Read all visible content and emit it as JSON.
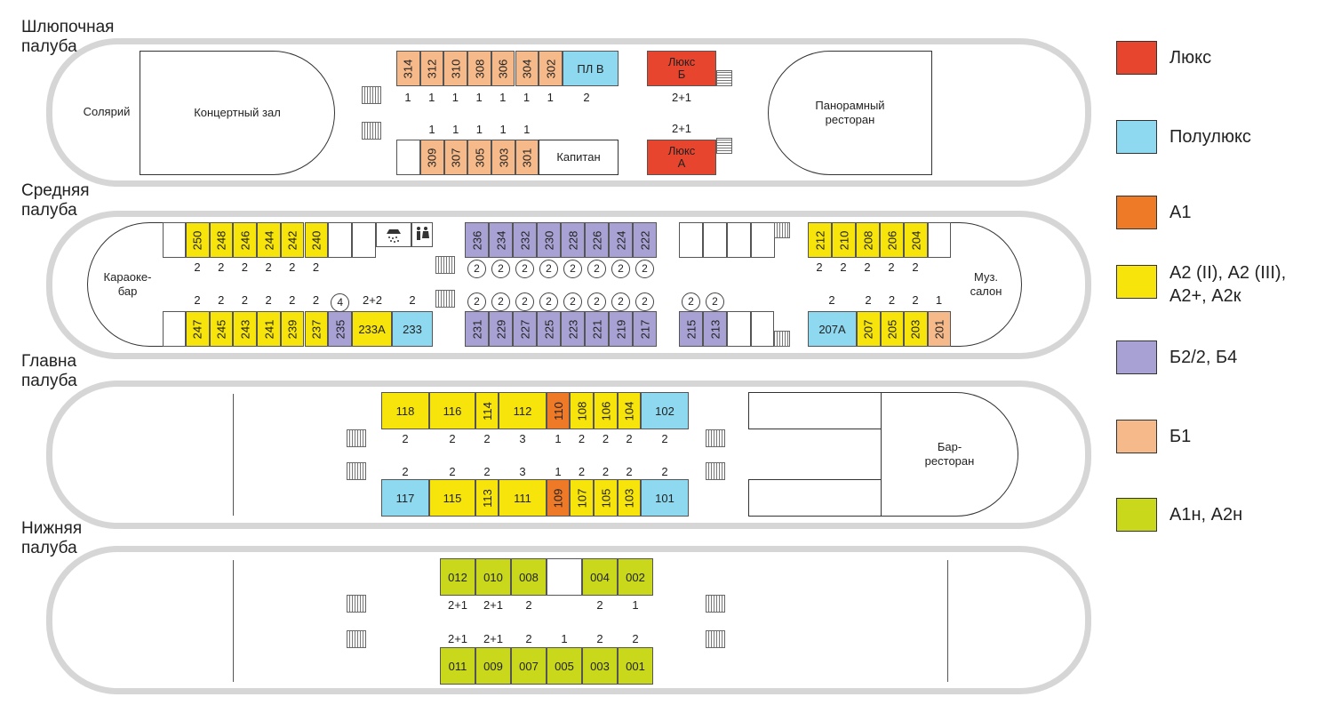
{
  "decks": {
    "boat": "Шлюпочная\nпалуба",
    "middle": "Средняя\nпалуба",
    "main": "Главна\nпалуба",
    "lower": "Нижняя\nпалуба"
  },
  "areas": {
    "solarium": "Солярий",
    "concert_hall": "Концертный зал",
    "panoramic_restaurant": "Панорамный\nресторан",
    "captain": "Капитан",
    "karaoke_bar": "Караоке-\nбар",
    "music_salon": "Муз.\nсалон",
    "bar_restaurant": "Бар-\nресторан"
  },
  "colors": {
    "lux": "#e8452f",
    "semilux": "#8ed8f0",
    "a1": "#ee7a27",
    "a2": "#f6e40a",
    "b2": "#a7a2d3",
    "b1": "#f5b98a",
    "a1n": "#c9d81a"
  },
  "legend": [
    {
      "label": "Люкс",
      "color": "#e8452f"
    },
    {
      "label": "Полулюкс",
      "color": "#8ed8f0"
    },
    {
      "label": "А1",
      "color": "#ee7a27"
    },
    {
      "label": "А2 (II), А2 (III),\nА2+, А2к",
      "color": "#f6e40a"
    },
    {
      "label": "Б2/2, Б4",
      "color": "#a7a2d3"
    },
    {
      "label": "Б1",
      "color": "#f5b98a"
    },
    {
      "label": "А1н, А2н",
      "color": "#c9d81a"
    }
  ],
  "cabins": {
    "boat_top": [
      {
        "n": "314",
        "cls": "b1",
        "cap": "1"
      },
      {
        "n": "312",
        "cls": "b1",
        "cap": "1"
      },
      {
        "n": "310",
        "cls": "b1",
        "cap": "1"
      },
      {
        "n": "308",
        "cls": "b1",
        "cap": "1"
      },
      {
        "n": "306",
        "cls": "b1",
        "cap": "1"
      },
      {
        "n": "304",
        "cls": "b1",
        "cap": "1"
      },
      {
        "n": "302",
        "cls": "b1",
        "cap": "1"
      }
    ],
    "boat_plv": {
      "n": "ПЛ В",
      "cap": "2"
    },
    "boat_bottom": [
      {
        "n": "309",
        "cls": "b1",
        "cap": "1"
      },
      {
        "n": "307",
        "cls": "b1",
        "cap": "1"
      },
      {
        "n": "305",
        "cls": "b1",
        "cap": "1"
      },
      {
        "n": "303",
        "cls": "b1",
        "cap": "1"
      },
      {
        "n": "301",
        "cls": "b1",
        "cap": "1"
      }
    ],
    "lux_b": {
      "n": "Люкс\nБ",
      "cap": "2+1"
    },
    "lux_a": {
      "n": "Люкс\nА",
      "cap": "2+1"
    },
    "mid_left_top": [
      {
        "n": "250",
        "cap": "2"
      },
      {
        "n": "248",
        "cap": "2"
      },
      {
        "n": "246",
        "cap": "2"
      },
      {
        "n": "244",
        "cap": "2"
      },
      {
        "n": "242",
        "cap": "2"
      },
      {
        "n": "240",
        "cap": "2"
      }
    ],
    "mid_left_bottom": [
      {
        "n": "247",
        "cls": "a2",
        "cap": "2"
      },
      {
        "n": "245",
        "cls": "a2",
        "cap": "2"
      },
      {
        "n": "243",
        "cls": "a2",
        "cap": "2"
      },
      {
        "n": "241",
        "cls": "a2",
        "cap": "2"
      },
      {
        "n": "239",
        "cls": "a2",
        "cap": "2"
      },
      {
        "n": "237",
        "cls": "a2",
        "cap": "2"
      },
      {
        "n": "235",
        "cls": "b2",
        "cap": "4"
      }
    ],
    "cabin_233a": {
      "n": "233А",
      "cap": "2+2"
    },
    "cabin_233": {
      "n": "233",
      "cap": "2"
    },
    "mid_center_top": [
      "236",
      "234",
      "232",
      "230",
      "228",
      "226",
      "224",
      "222"
    ],
    "mid_center_bottom": [
      "231",
      "229",
      "227",
      "225",
      "223",
      "221",
      "219",
      "217"
    ],
    "mid_center_cap": "2",
    "mid_aft_bottom": [
      "215",
      "213"
    ],
    "mid_right_top": [
      {
        "n": "212",
        "cap": "2"
      },
      {
        "n": "210",
        "cap": "2"
      },
      {
        "n": "208",
        "cap": "2"
      },
      {
        "n": "206",
        "cap": "2"
      },
      {
        "n": "204",
        "cap": "2"
      }
    ],
    "cabin_207a": {
      "n": "207А",
      "cap": "2"
    },
    "mid_right_bottom": [
      {
        "n": "207",
        "cls": "a2",
        "cap": "2"
      },
      {
        "n": "205",
        "cls": "a2",
        "cap": "2"
      },
      {
        "n": "203",
        "cls": "a2",
        "cap": "2"
      },
      {
        "n": "201",
        "cls": "b1",
        "cap": "1"
      }
    ],
    "main_top": [
      {
        "n": "118",
        "cls": "a2",
        "cap": "2",
        "v": false
      },
      {
        "n": "116",
        "cls": "a2",
        "cap": "2",
        "v": false
      },
      {
        "n": "114",
        "cls": "a2",
        "cap": "2",
        "v": true
      },
      {
        "n": "112",
        "cls": "a2",
        "cap": "3",
        "v": false
      },
      {
        "n": "110",
        "cls": "a1",
        "cap": "1",
        "v": true
      },
      {
        "n": "108",
        "cls": "a2",
        "cap": "2",
        "v": true
      },
      {
        "n": "106",
        "cls": "a2",
        "cap": "2",
        "v": true
      },
      {
        "n": "104",
        "cls": "a2",
        "cap": "2",
        "v": true
      },
      {
        "n": "102",
        "cls": "semilux",
        "cap": "2",
        "v": false
      }
    ],
    "main_bottom": [
      {
        "n": "117",
        "cls": "semilux",
        "cap": "2",
        "v": false
      },
      {
        "n": "115",
        "cls": "a2",
        "cap": "2",
        "v": false
      },
      {
        "n": "113",
        "cls": "a2",
        "cap": "2",
        "v": true
      },
      {
        "n": "111",
        "cls": "a2",
        "cap": "3",
        "v": false
      },
      {
        "n": "109",
        "cls": "a1",
        "cap": "1",
        "v": true
      },
      {
        "n": "107",
        "cls": "a2",
        "cap": "2",
        "v": true
      },
      {
        "n": "105",
        "cls": "a2",
        "cap": "2",
        "v": true
      },
      {
        "n": "103",
        "cls": "a2",
        "cap": "2",
        "v": true
      },
      {
        "n": "101",
        "cls": "semilux",
        "cap": "2",
        "v": false
      }
    ],
    "lower_top": [
      {
        "n": "012",
        "cls": "a1n",
        "cap": "2+1"
      },
      {
        "n": "010",
        "cls": "a1n",
        "cap": "2+1"
      },
      {
        "n": "008",
        "cls": "a1n",
        "cap": "2"
      },
      {
        "n": "",
        "cls": "empty",
        "cap": ""
      },
      {
        "n": "004",
        "cls": "a1n",
        "cap": "2"
      },
      {
        "n": "002",
        "cls": "a1n",
        "cap": "1"
      }
    ],
    "lower_bottom": [
      {
        "n": "011",
        "cls": "a1n",
        "cap": "2+1"
      },
      {
        "n": "009",
        "cls": "a1n",
        "cap": "2+1"
      },
      {
        "n": "007",
        "cls": "a1n",
        "cap": "2"
      },
      {
        "n": "005",
        "cls": "a1n",
        "cap": "1"
      },
      {
        "n": "003",
        "cls": "a1n",
        "cap": "2"
      },
      {
        "n": "001",
        "cls": "a1n",
        "cap": "2"
      }
    ]
  }
}
